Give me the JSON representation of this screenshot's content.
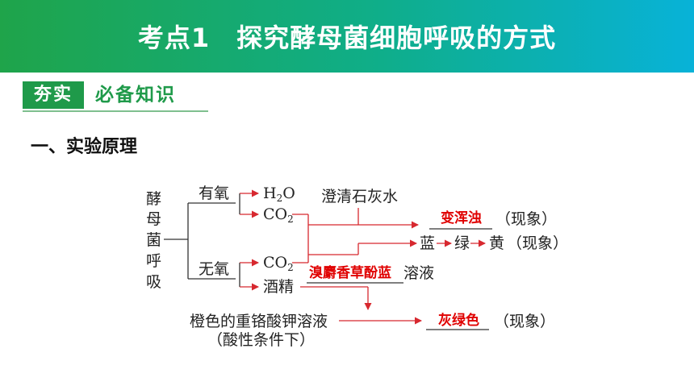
{
  "header": {
    "title": "考点1　探究酵母菌细胞呼吸的方式"
  },
  "badge": {
    "left": "夯实",
    "right": "必备知识"
  },
  "section": {
    "heading": "一、实验原理"
  },
  "diagram": {
    "root": [
      "酵",
      "母",
      "菌",
      "呼",
      "吸"
    ],
    "aerobic": "有氧",
    "anaerobic": "无氧",
    "h2o_main": "H",
    "h2o_sub": "2",
    "h2o_tail": "O",
    "co2_main": "CO",
    "co2_sub": "2",
    "alcohol": "酒精",
    "limewater": "澄清石灰水",
    "answer_turbid": "变浑浊",
    "phenomenon": "（现象）",
    "indicator": "溴麝香草酚蓝",
    "solution": "溶液",
    "color_blue": "蓝",
    "color_green": "绿",
    "color_yellow": "黄",
    "phenomenon_b": "（现象）",
    "dichromate": "橙色的重铬酸钾溶液",
    "acid_condition": "（酸性条件下）",
    "answer_graygreen": "灰绿色",
    "phenomenon_c": "（现象）"
  },
  "colors": {
    "arrow_red": "#d7282f",
    "line_black": "#333333",
    "answer_red": "#e00000"
  }
}
